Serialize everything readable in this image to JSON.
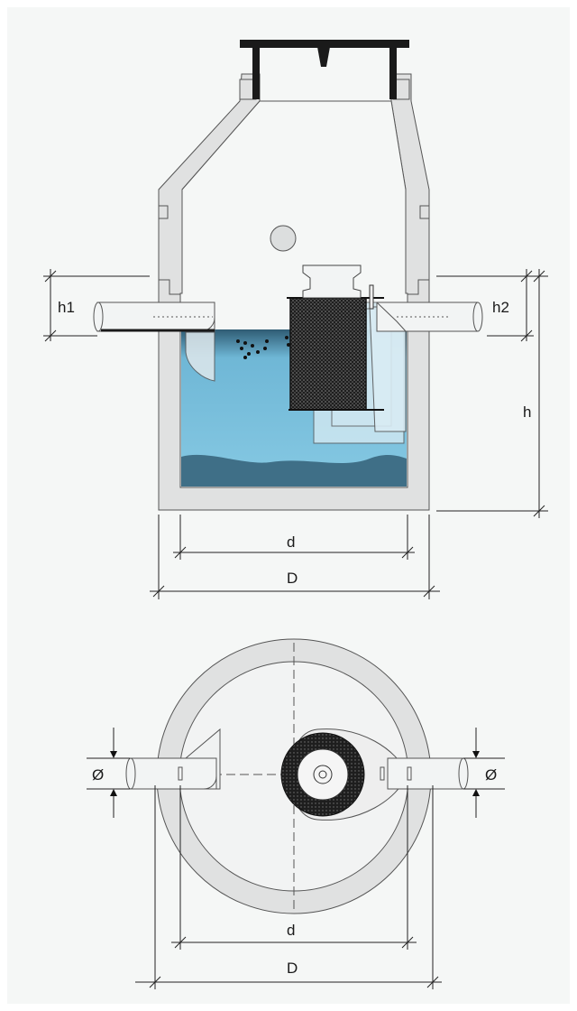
{
  "colors": {
    "background": "#f5f7f6",
    "concrete": "#e0e1e1",
    "concrete_outline": "#555555",
    "water": "#7cc3e0",
    "water_dark": "#4a7c96",
    "sludge": "#3f6f87",
    "pipe": "#f2f4f4",
    "filter": "#2a2a2a",
    "lid": "#1a1a1a",
    "dimension_line": "#222222"
  },
  "section_view": {
    "labels": {
      "inlet_height": "h1",
      "outlet_height": "h2",
      "total_height": "h",
      "inner_diameter": "d",
      "outer_diameter": "D"
    }
  },
  "plan_view": {
    "labels": {
      "inlet_pipe_diameter": "Ø",
      "outlet_pipe_diameter": "Ø",
      "inner_diameter": "d",
      "outer_diameter": "D"
    }
  }
}
